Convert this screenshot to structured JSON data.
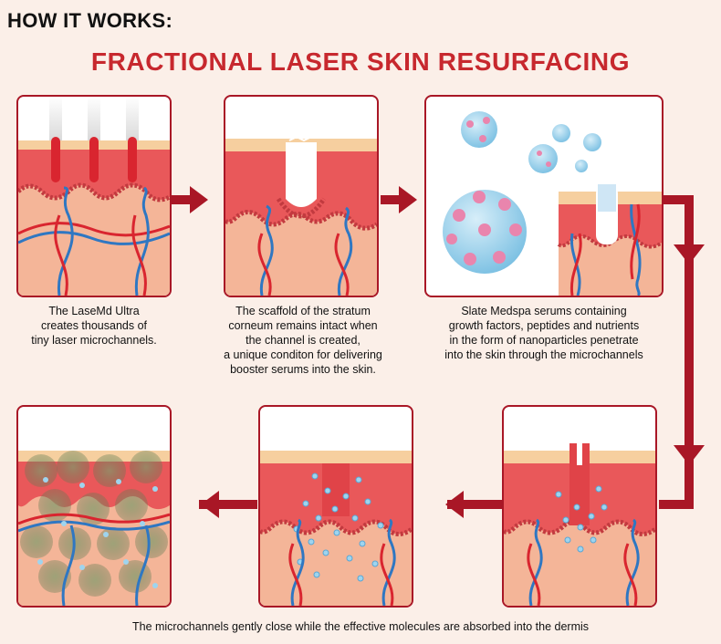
{
  "header": "HOW IT WORKS:",
  "title": "FRACTIONAL LASER SKIN RESURFACING",
  "steps": [
    {
      "caption": [
        "The LaseMd Ultra",
        "creates thousands of",
        "tiny laser microchannels."
      ]
    },
    {
      "caption": [
        "The scaffold of the stratum",
        "corneum remains intact when",
        "the channel is created,",
        "a unique conditon for delivering",
        "booster serums into the skin."
      ]
    },
    {
      "caption": [
        "Slate Medspa serums containing",
        "growth factors, peptides and nutrients",
        "in the form of nanoparticles penetrate",
        "into the skin through the microchannels"
      ]
    }
  ],
  "footer": "The microchannels gently close while the effective molecules are absorbed into the dermis",
  "colors": {
    "title": "#c7282e",
    "arrow": "#a91726",
    "panel_border": "#a91726",
    "epidermis": "#e9585a",
    "stratum": "#f6cf9f",
    "dermis": "#f4b598",
    "artery": "#d9252f",
    "vein": "#2f77c2",
    "nanoparticle": "#9fd4ee",
    "background": "#fbefe8"
  }
}
